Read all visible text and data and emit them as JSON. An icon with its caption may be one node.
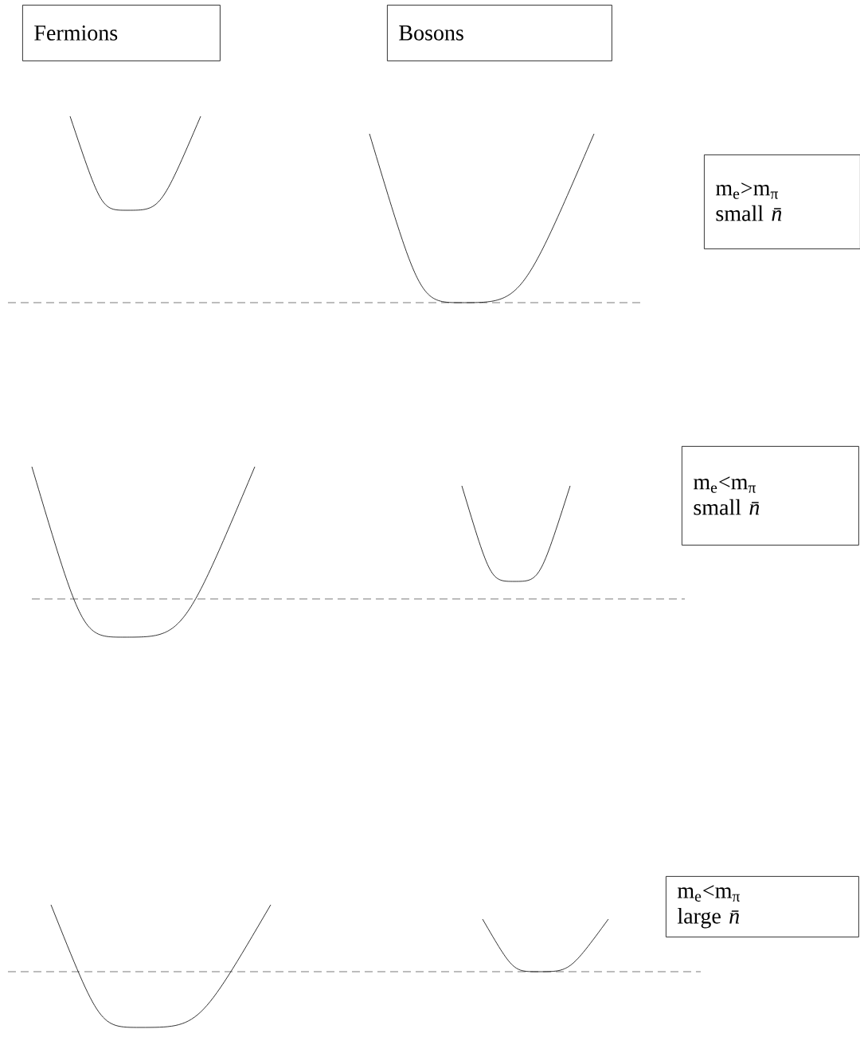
{
  "diagram": {
    "nodes": [
      {
        "text": [
          "Fermions"
        ]
      },
      {
        "text": [
          "Bosons"
        ]
      },
      {
        "text": [
          "m$_{e}$>m$_{π}$",
          "small *n̄*"
        ]
      },
      {
        "text": [
          "m$_{e}$<m$_{π}$",
          "small *n̄*"
        ]
      },
      {
        "text": [
          "m$_{e}$<m$_{π}$",
          "large *n̄*"
        ]
      }
    ]
  }
}
